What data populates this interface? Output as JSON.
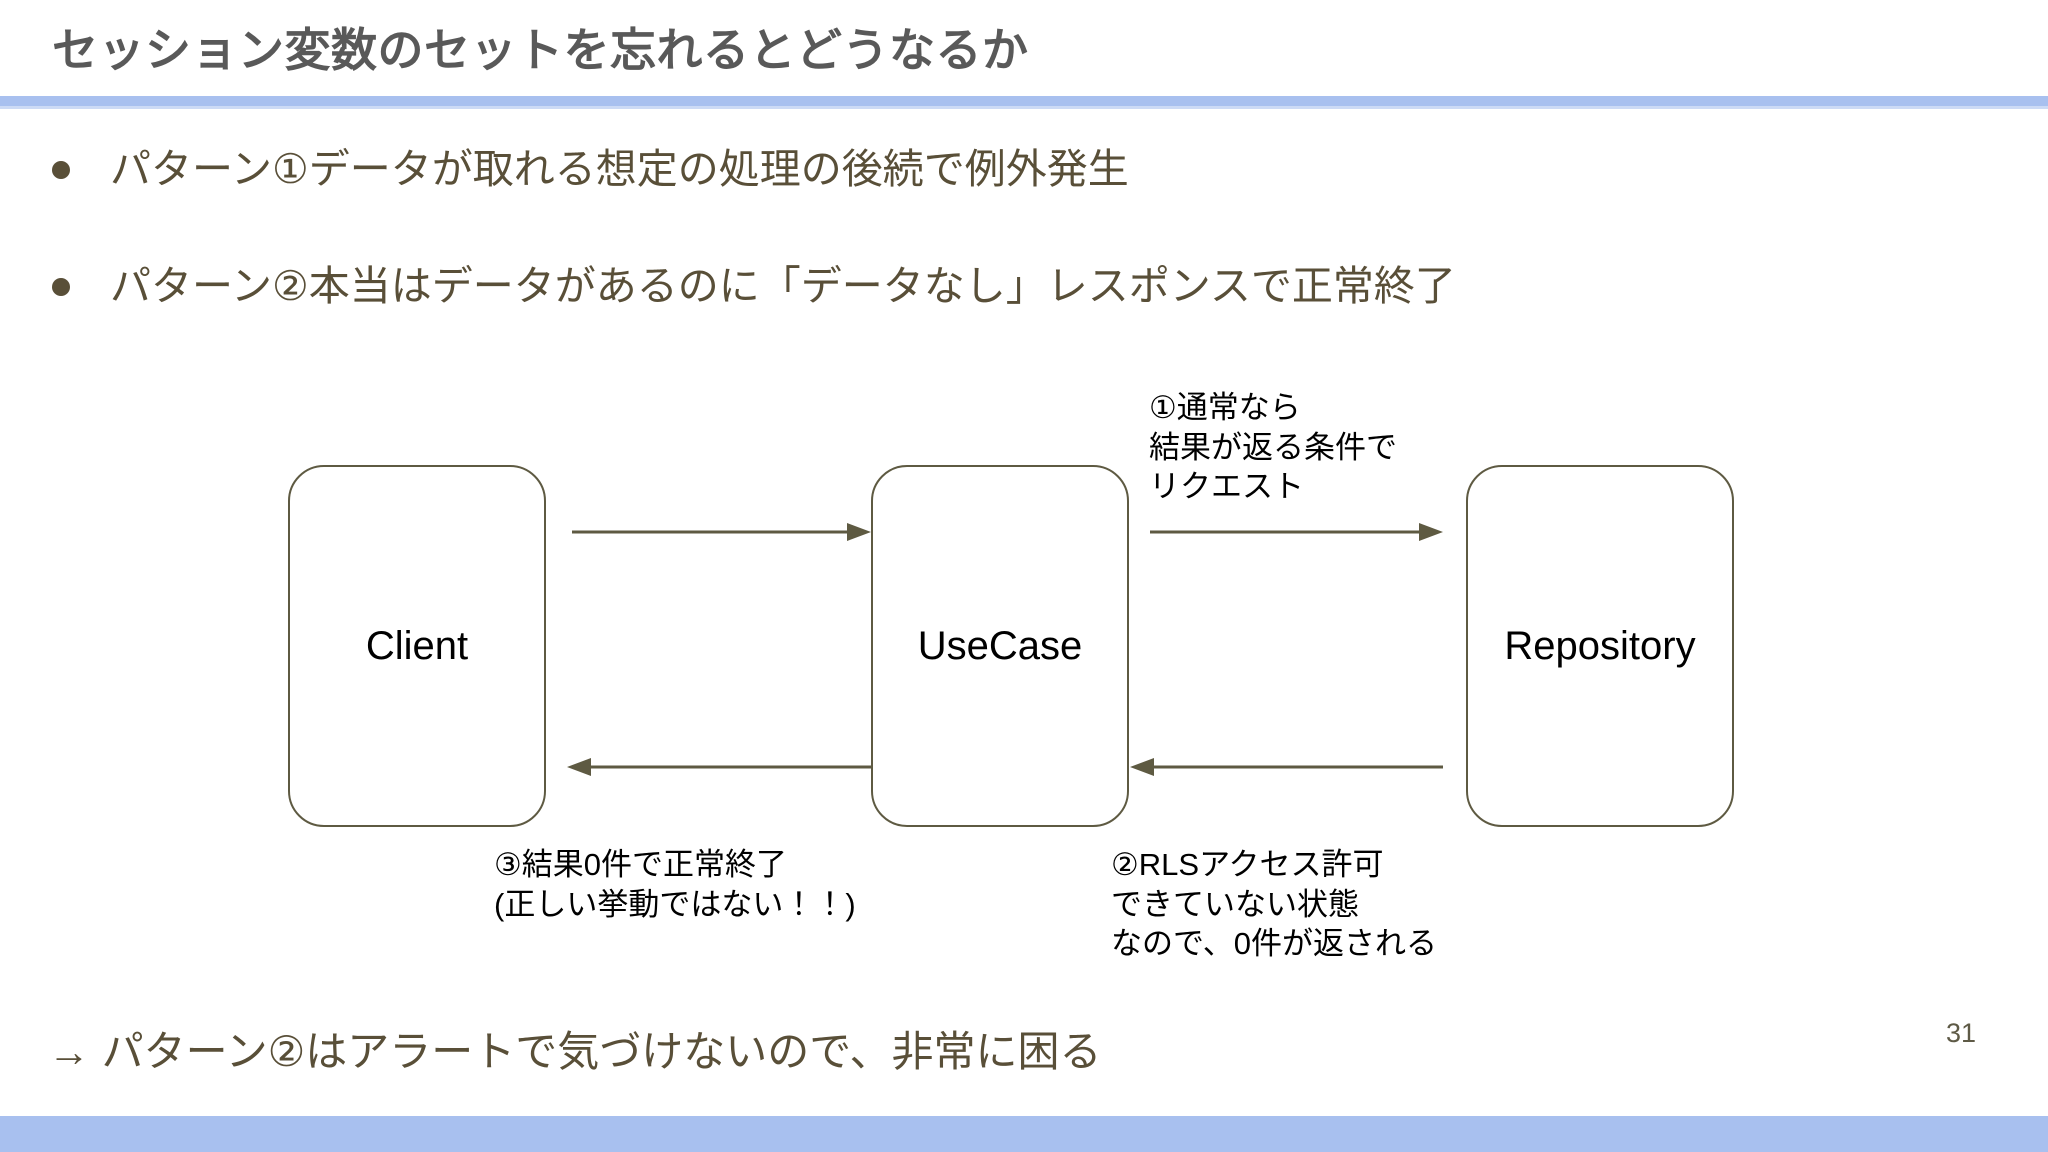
{
  "slide": {
    "title": "セッション変数のセットを忘れるとどうなるか",
    "page_number": "31",
    "accent_color": "#a8c0ef",
    "text_color": "#594f38",
    "title_color": "#595959",
    "diagram_stroke_color": "#5e5a42"
  },
  "bullets": [
    {
      "marker": "●",
      "text": "パターン①データが取れる想定の処理の後続で例外発生"
    },
    {
      "marker": "●",
      "text": "パターン②本当はデータがあるのに「データなし」レスポンスで正常終了"
    }
  ],
  "conclusion": "→ パターン②はアラートで気づけないので、非常に困る",
  "diagram": {
    "nodes": [
      {
        "id": "client",
        "label": "Client"
      },
      {
        "id": "usecase",
        "label": "UseCase"
      },
      {
        "id": "repository",
        "label": "Repository"
      }
    ],
    "annotations": [
      {
        "id": "annotation-1",
        "text": "①通常なら\n結果が返る条件で\nリクエスト"
      },
      {
        "id": "annotation-2",
        "text": "②RLSアクセス許可\nできていない状態\nなので、0件が返される"
      },
      {
        "id": "annotation-3",
        "text": "③結果0件で正常終了\n(正しい挙動ではない！！)"
      }
    ],
    "edges": [
      {
        "id": "client-to-usecase",
        "direction": "right"
      },
      {
        "id": "usecase-to-repository",
        "direction": "right"
      },
      {
        "id": "usecase-to-client",
        "direction": "left"
      },
      {
        "id": "repository-to-usecase",
        "direction": "left"
      }
    ]
  }
}
